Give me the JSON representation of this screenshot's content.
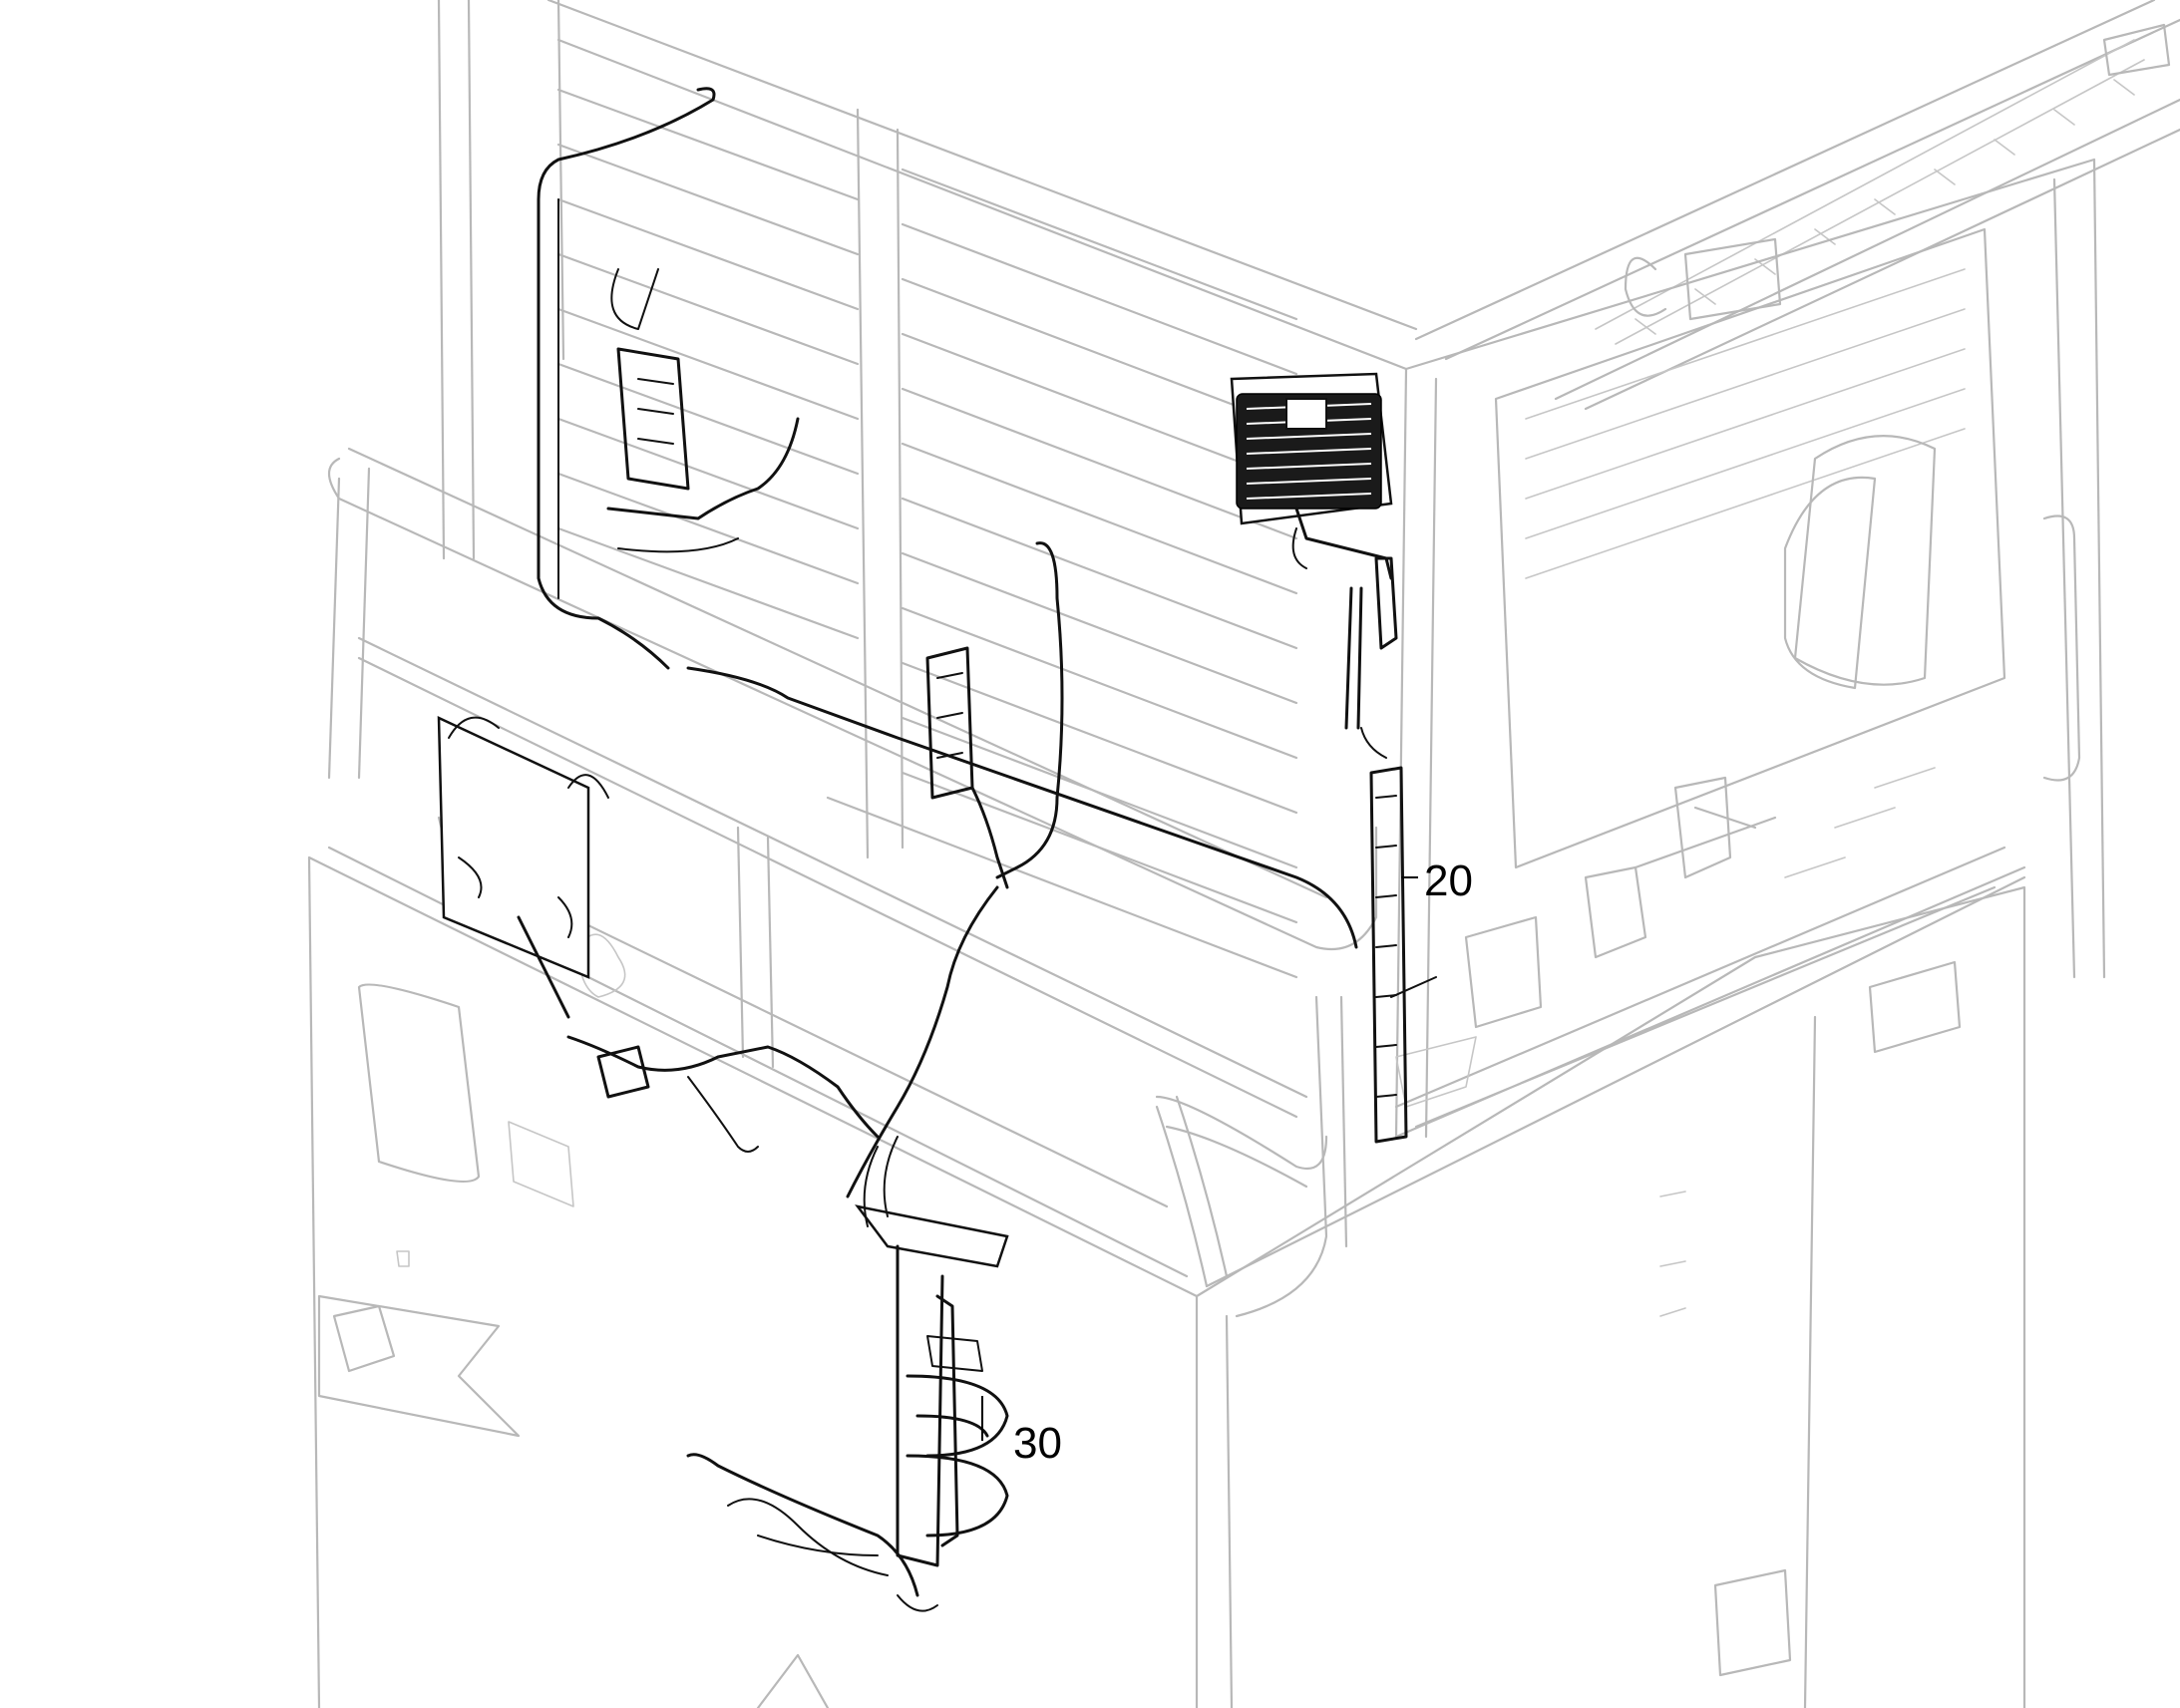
{
  "callouts": [
    {
      "id": "callout-20",
      "label": "20"
    },
    {
      "id": "callout-30",
      "label": "30"
    }
  ],
  "colors": {
    "background": "#ffffff",
    "ghost_geometry": "#b8b8b8",
    "highlighted_parts": "#111111"
  }
}
